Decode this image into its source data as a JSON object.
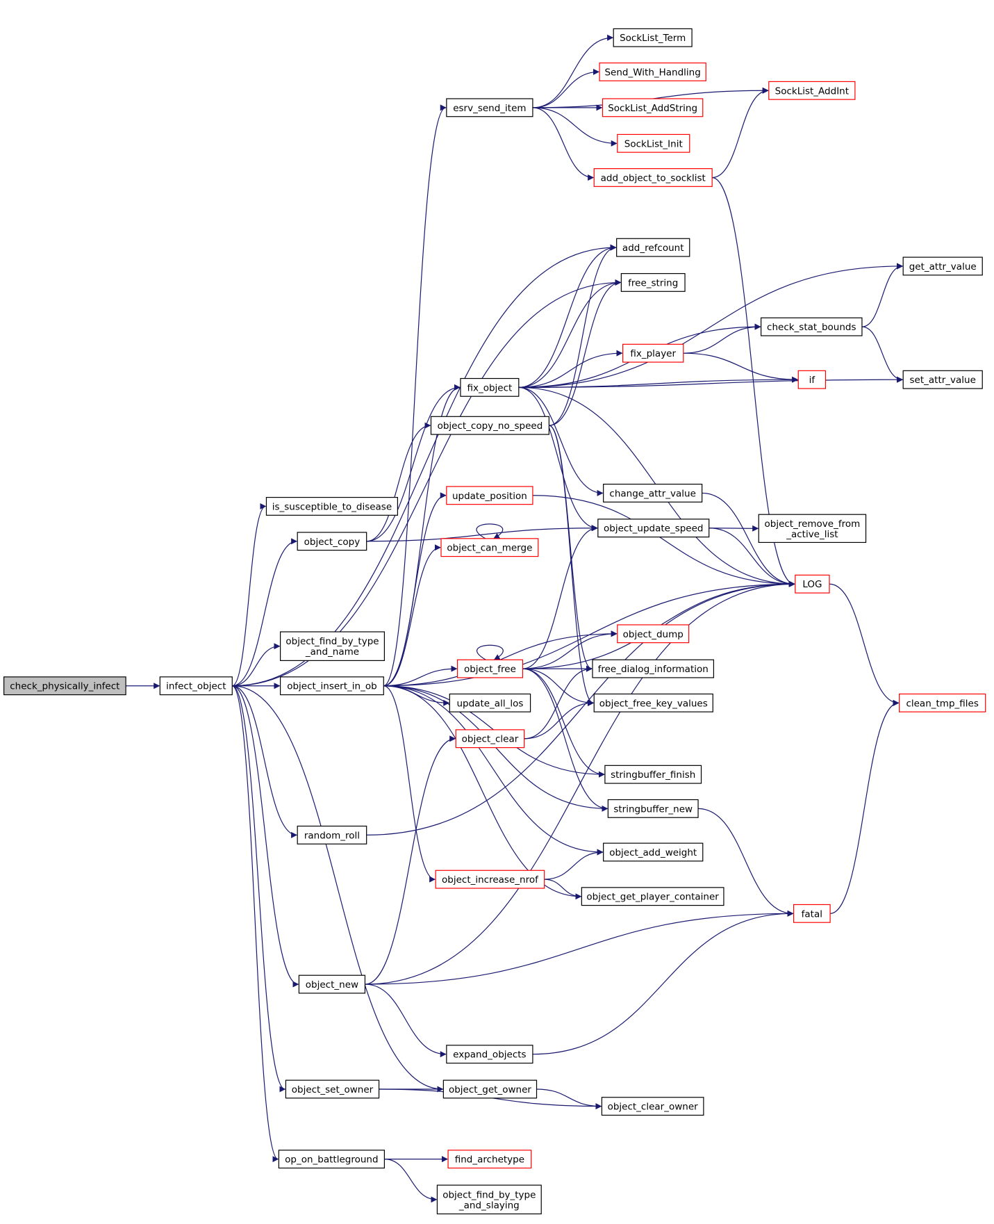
{
  "nodes": {
    "check_physically_infect": {
      "lines": [
        "check_physically_infect"
      ],
      "style": "root"
    },
    "infect_object": {
      "lines": [
        "infect_object"
      ],
      "style": "black"
    },
    "esrv_send_item": {
      "lines": [
        "esrv_send_item"
      ],
      "style": "black"
    },
    "SockList_Term": {
      "lines": [
        "SockList_Term"
      ],
      "style": "black"
    },
    "Send_With_Handling": {
      "lines": [
        "Send_With_Handling"
      ],
      "style": "red"
    },
    "SockList_AddString": {
      "lines": [
        "SockList_AddString"
      ],
      "style": "red"
    },
    "SockList_Init": {
      "lines": [
        "SockList_Init"
      ],
      "style": "red"
    },
    "add_object_to_socklist": {
      "lines": [
        "add_object_to_socklist"
      ],
      "style": "red"
    },
    "SockList_AddInt": {
      "lines": [
        "SockList_AddInt"
      ],
      "style": "red"
    },
    "add_refcount": {
      "lines": [
        "add_refcount"
      ],
      "style": "black"
    },
    "free_string": {
      "lines": [
        "free_string"
      ],
      "style": "black"
    },
    "get_attr_value": {
      "lines": [
        "get_attr_value"
      ],
      "style": "black"
    },
    "check_stat_bounds": {
      "lines": [
        "check_stat_bounds"
      ],
      "style": "black"
    },
    "fix_player": {
      "lines": [
        "fix_player"
      ],
      "style": "red"
    },
    "if": {
      "lines": [
        "if"
      ],
      "style": "red"
    },
    "set_attr_value": {
      "lines": [
        "set_attr_value"
      ],
      "style": "black"
    },
    "fix_object": {
      "lines": [
        "fix_object"
      ],
      "style": "black"
    },
    "object_copy_no_speed": {
      "lines": [
        "object_copy_no_speed"
      ],
      "style": "black"
    },
    "change_attr_value": {
      "lines": [
        "change_attr_value"
      ],
      "style": "black"
    },
    "is_susceptible_to_disease": {
      "lines": [
        "is_susceptible_to_disease"
      ],
      "style": "black"
    },
    "update_position": {
      "lines": [
        "update_position"
      ],
      "style": "red"
    },
    "object_update_speed": {
      "lines": [
        "object_update_speed"
      ],
      "style": "black"
    },
    "object_remove_from_active_list": {
      "lines": [
        "object_remove_from",
        "_active_list"
      ],
      "style": "black"
    },
    "object_copy": {
      "lines": [
        "object_copy"
      ],
      "style": "black"
    },
    "object_can_merge": {
      "lines": [
        "object_can_merge"
      ],
      "style": "red"
    },
    "LOG": {
      "lines": [
        "LOG"
      ],
      "style": "red"
    },
    "object_dump": {
      "lines": [
        "object_dump"
      ],
      "style": "red"
    },
    "object_find_by_type_and_name": {
      "lines": [
        "object_find_by_type",
        "_and_name"
      ],
      "style": "black"
    },
    "object_free": {
      "lines": [
        "object_free"
      ],
      "style": "red"
    },
    "free_dialog_information": {
      "lines": [
        "free_dialog_information"
      ],
      "style": "black"
    },
    "object_insert_in_ob": {
      "lines": [
        "object_insert_in_ob"
      ],
      "style": "black"
    },
    "update_all_los": {
      "lines": [
        "update_all_los"
      ],
      "style": "black"
    },
    "object_free_key_values": {
      "lines": [
        "object_free_key_values"
      ],
      "style": "black"
    },
    "clean_tmp_files": {
      "lines": [
        "clean_tmp_files"
      ],
      "style": "red"
    },
    "object_clear": {
      "lines": [
        "object_clear"
      ],
      "style": "red"
    },
    "stringbuffer_finish": {
      "lines": [
        "stringbuffer_finish"
      ],
      "style": "black"
    },
    "stringbuffer_new": {
      "lines": [
        "stringbuffer_new"
      ],
      "style": "black"
    },
    "random_roll": {
      "lines": [
        "random_roll"
      ],
      "style": "black"
    },
    "object_add_weight": {
      "lines": [
        "object_add_weight"
      ],
      "style": "black"
    },
    "object_increase_nrof": {
      "lines": [
        "object_increase_nrof"
      ],
      "style": "red"
    },
    "object_get_player_container": {
      "lines": [
        "object_get_player_container"
      ],
      "style": "black"
    },
    "fatal": {
      "lines": [
        "fatal"
      ],
      "style": "red"
    },
    "object_new": {
      "lines": [
        "object_new"
      ],
      "style": "black"
    },
    "expand_objects": {
      "lines": [
        "expand_objects"
      ],
      "style": "black"
    },
    "object_set_owner": {
      "lines": [
        "object_set_owner"
      ],
      "style": "black"
    },
    "object_get_owner": {
      "lines": [
        "object_get_owner"
      ],
      "style": "black"
    },
    "object_clear_owner": {
      "lines": [
        "object_clear_owner"
      ],
      "style": "black"
    },
    "op_on_battleground": {
      "lines": [
        "op_on_battleground"
      ],
      "style": "black"
    },
    "find_archetype": {
      "lines": [
        "find_archetype"
      ],
      "style": "red"
    },
    "object_find_by_type_and_slaying": {
      "lines": [
        "object_find_by_type",
        "_and_slaying"
      ],
      "style": "black"
    }
  },
  "edges": [
    [
      "check_physically_infect",
      "infect_object"
    ],
    [
      "infect_object",
      "add_refcount"
    ],
    [
      "infect_object",
      "free_string"
    ],
    [
      "infect_object",
      "is_susceptible_to_disease"
    ],
    [
      "infect_object",
      "object_copy"
    ],
    [
      "infect_object",
      "object_find_by_type_and_name"
    ],
    [
      "infect_object",
      "object_insert_in_ob"
    ],
    [
      "infect_object",
      "random_roll"
    ],
    [
      "infect_object",
      "object_new"
    ],
    [
      "infect_object",
      "object_get_owner"
    ],
    [
      "infect_object",
      "object_set_owner"
    ],
    [
      "infect_object",
      "op_on_battleground"
    ],
    [
      "esrv_send_item",
      "SockList_Term"
    ],
    [
      "esrv_send_item",
      "Send_With_Handling"
    ],
    [
      "esrv_send_item",
      "SockList_AddString"
    ],
    [
      "esrv_send_item",
      "SockList_Init"
    ],
    [
      "esrv_send_item",
      "add_object_to_socklist"
    ],
    [
      "esrv_send_item",
      "SockList_AddInt"
    ],
    [
      "add_object_to_socklist",
      "SockList_AddInt"
    ],
    [
      "add_object_to_socklist",
      "LOG"
    ],
    [
      "fix_object",
      "add_refcount"
    ],
    [
      "fix_object",
      "free_string"
    ],
    [
      "fix_object",
      "get_attr_value"
    ],
    [
      "fix_object",
      "check_stat_bounds"
    ],
    [
      "fix_object",
      "fix_player"
    ],
    [
      "fix_object",
      "if"
    ],
    [
      "fix_object",
      "set_attr_value"
    ],
    [
      "fix_object",
      "change_attr_value"
    ],
    [
      "fix_object",
      "object_update_speed"
    ],
    [
      "fix_object",
      "LOG"
    ],
    [
      "fix_player",
      "check_stat_bounds"
    ],
    [
      "fix_player",
      "if"
    ],
    [
      "check_stat_bounds",
      "get_attr_value"
    ],
    [
      "check_stat_bounds",
      "set_attr_value"
    ],
    [
      "object_copy",
      "fix_object"
    ],
    [
      "object_copy",
      "object_copy_no_speed"
    ],
    [
      "object_copy",
      "object_update_speed"
    ],
    [
      "object_copy_no_speed",
      "add_refcount"
    ],
    [
      "object_copy_no_speed",
      "free_string"
    ],
    [
      "object_copy_no_speed",
      "free_dialog_information"
    ],
    [
      "object_copy_no_speed",
      "object_free_key_values"
    ],
    [
      "change_attr_value",
      "LOG"
    ],
    [
      "object_update_speed",
      "object_remove_from_active_list"
    ],
    [
      "object_update_speed",
      "LOG"
    ],
    [
      "update_position",
      "LOG"
    ],
    [
      "object_can_merge",
      "object_can_merge"
    ],
    [
      "object_insert_in_ob",
      "esrv_send_item"
    ],
    [
      "object_insert_in_ob",
      "fix_object"
    ],
    [
      "object_insert_in_ob",
      "update_position"
    ],
    [
      "object_insert_in_ob",
      "object_can_merge"
    ],
    [
      "object_insert_in_ob",
      "LOG"
    ],
    [
      "object_insert_in_ob",
      "object_dump"
    ],
    [
      "object_insert_in_ob",
      "object_free"
    ],
    [
      "object_insert_in_ob",
      "update_all_los"
    ],
    [
      "object_insert_in_ob",
      "stringbuffer_finish"
    ],
    [
      "object_insert_in_ob",
      "stringbuffer_new"
    ],
    [
      "object_insert_in_ob",
      "object_add_weight"
    ],
    [
      "object_insert_in_ob",
      "object_increase_nrof"
    ],
    [
      "object_insert_in_ob",
      "object_get_player_container"
    ],
    [
      "object_free",
      "object_free"
    ],
    [
      "object_free",
      "object_update_speed"
    ],
    [
      "object_free",
      "object_dump"
    ],
    [
      "object_free",
      "free_dialog_information"
    ],
    [
      "object_free",
      "object_free_key_values"
    ],
    [
      "object_free",
      "LOG"
    ],
    [
      "object_free",
      "stringbuffer_finish"
    ],
    [
      "object_free",
      "stringbuffer_new"
    ],
    [
      "object_clear",
      "free_dialog_information"
    ],
    [
      "object_clear",
      "object_free_key_values"
    ],
    [
      "LOG",
      "clean_tmp_files"
    ],
    [
      "stringbuffer_new",
      "fatal"
    ],
    [
      "fatal",
      "clean_tmp_files"
    ],
    [
      "random_roll",
      "LOG"
    ],
    [
      "object_increase_nrof",
      "object_add_weight"
    ],
    [
      "object_increase_nrof",
      "object_get_player_container"
    ],
    [
      "object_new",
      "object_clear"
    ],
    [
      "object_new",
      "LOG"
    ],
    [
      "object_new",
      "fatal"
    ],
    [
      "object_new",
      "expand_objects"
    ],
    [
      "expand_objects",
      "fatal"
    ],
    [
      "object_set_owner",
      "object_get_owner"
    ],
    [
      "object_set_owner",
      "object_clear_owner"
    ],
    [
      "object_get_owner",
      "object_clear_owner"
    ],
    [
      "op_on_battleground",
      "find_archetype"
    ],
    [
      "op_on_battleground",
      "object_find_by_type_and_slaying"
    ]
  ]
}
